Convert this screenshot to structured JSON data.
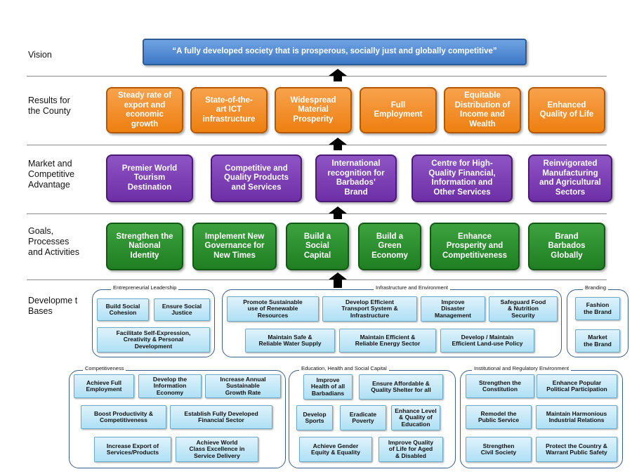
{
  "row_labels": {
    "vision": "Vision",
    "results": "Results for\nthe County",
    "market": "Market and\nCompetitive\nAdvantage",
    "goals": "Goals,\nProcesses\nand Activities",
    "development": "Developme t\nBases"
  },
  "vision_text": "“A fully developed society that is prosperous, socially just and globally competitive”",
  "results": [
    "Steady rate of\nexport and\neconomic\ngrowth",
    "State-of-the-\nart ICT\ninfrastructure",
    "Widespread\nMaterial\nProsperity",
    "Full\nEmployment",
    "Equitable\nDistribution of\nIncome and\nWealth",
    "Enhanced\nQuality of Life"
  ],
  "market": [
    "Premier World\nTourism\nDestination",
    "Competitive and\nQuality Products\nand Services",
    "International\nrecognition for\nBarbados’\nBrand",
    "Centre for High-\nQuality Financial,\nInformation and\nOther Services",
    "Reinvigorated\nManufacturing\nand Agricultural\nSectors"
  ],
  "goals": [
    "Strengthen the\nNational\nIdentity",
    "Implement New\nGovernance for\nNew Times",
    "Build a\nSocial\nCapital",
    "Build a\nGreen\nEconomy",
    "Enhance\nProsperity and\nCompetitiveness",
    "Brand\nBarbados\nGlobally"
  ],
  "groups": {
    "entrepreneurial": {
      "title": "Entrepreneurial Leadership",
      "items": [
        "Build Social\nCohesion",
        "Ensure Social\nJustice",
        "Facilitate Self-Expression,\nCreativity  & Personal\nDevelopment"
      ]
    },
    "infrastructure": {
      "title": "Infrastructure and Environment",
      "items": [
        "Promote Sustainable\nuse of Renewable\nResources",
        "Develop Efficient\nTransport System &\nInfrastructure",
        "Improve\nDisaster\nManagement",
        "Safeguard Food\n& Nutrition\nSecurity",
        "Maintain Safe &\nReliable Water Supply",
        "Maintain Efficient &\nReliable Energy Sector",
        "Develop / Maintain\nEfficient Land-use Policy"
      ]
    },
    "branding": {
      "title": "Branding",
      "items": [
        "Fashion\nthe Brand",
        "Market\nthe Brand"
      ]
    },
    "competitiveness": {
      "title": "Competitiveness",
      "items": [
        "Achieve Full\nEmployment",
        "Develop  the\nInformation\nEconomy",
        "Increase Annual\nSustainable\nGrowth Rate",
        "Boost Productivity &\nCompetitiveness",
        "Establish Fully Developed\nFinancial Sector",
        "Increase Export of\nServices/Products",
        "Achieve World\nClass Excellence in\nService Delivery"
      ]
    },
    "education": {
      "title": "Education, Health and Social Capital",
      "items": [
        "Improve\nHealth of all\nBarbadians",
        "Ensure Affordable &\nQuality Shelter for all",
        "Develop\nSports",
        "Eradicate\nPoverty",
        "Enhance Level\n& Quality of\nEducation",
        "Achieve Gender\nEquity & Equality",
        "Improve Quality\nof Life for Aged\n& Disabled"
      ]
    },
    "institutional": {
      "title": "Institutional and Regulatory Environment",
      "items": [
        "Strengthen the\nConstitution",
        "Enhance Popular\nPolitical Participation",
        "Remodel the\nPublic Service",
        "Maintain Harmonious\nIndustrial  Relations",
        "Strengthen\nCivil Society",
        "Protect the Country &\nWarrant Public Safety"
      ]
    }
  },
  "colors": {
    "vision": "#4a86d0",
    "results": "#f0871a",
    "market": "#7a3bb3",
    "goals": "#24892a",
    "bases": "#b9e5f7"
  }
}
